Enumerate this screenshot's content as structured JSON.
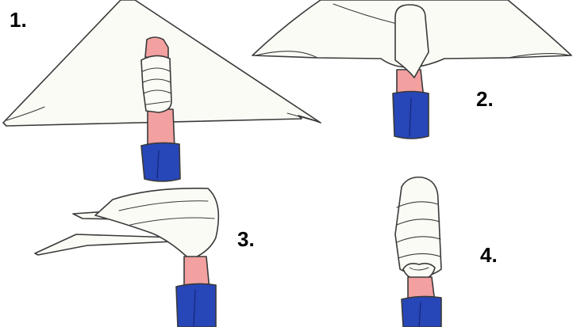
{
  "steps": [
    {
      "number": "1."
    },
    {
      "number": "2."
    },
    {
      "number": "3."
    },
    {
      "number": "4."
    }
  ],
  "colors": {
    "background": "#ffffff",
    "outline": "#3a3a3a",
    "bandage": "#fbfbf6",
    "skin": "#f2a0a0",
    "sleeve": "#2746b8",
    "sleeve_dark": "#16287a"
  }
}
